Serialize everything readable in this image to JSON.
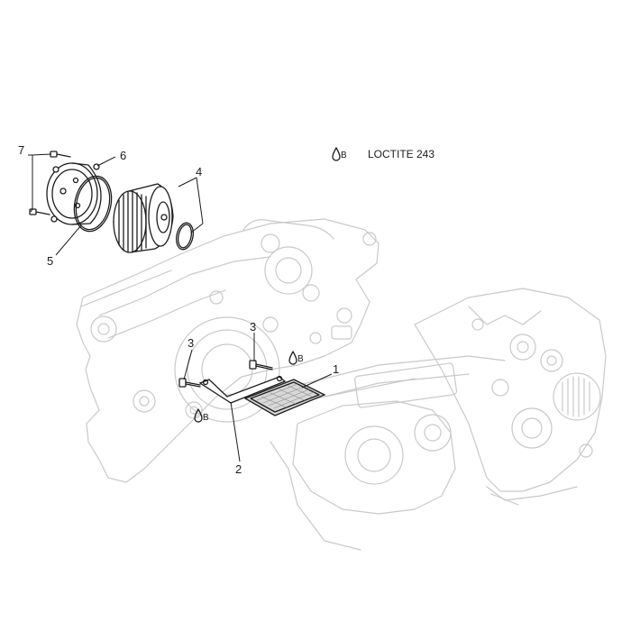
{
  "legend": {
    "symbol_letter": "B",
    "text": "LOCTITE 243"
  },
  "callouts": {
    "c1": "1",
    "c2": "2",
    "c3a": "3",
    "c3b": "3",
    "c4": "4",
    "c5": "5",
    "c6": "6",
    "c7": "7"
  },
  "markers": {
    "m1": "B",
    "m2": "B"
  }
}
